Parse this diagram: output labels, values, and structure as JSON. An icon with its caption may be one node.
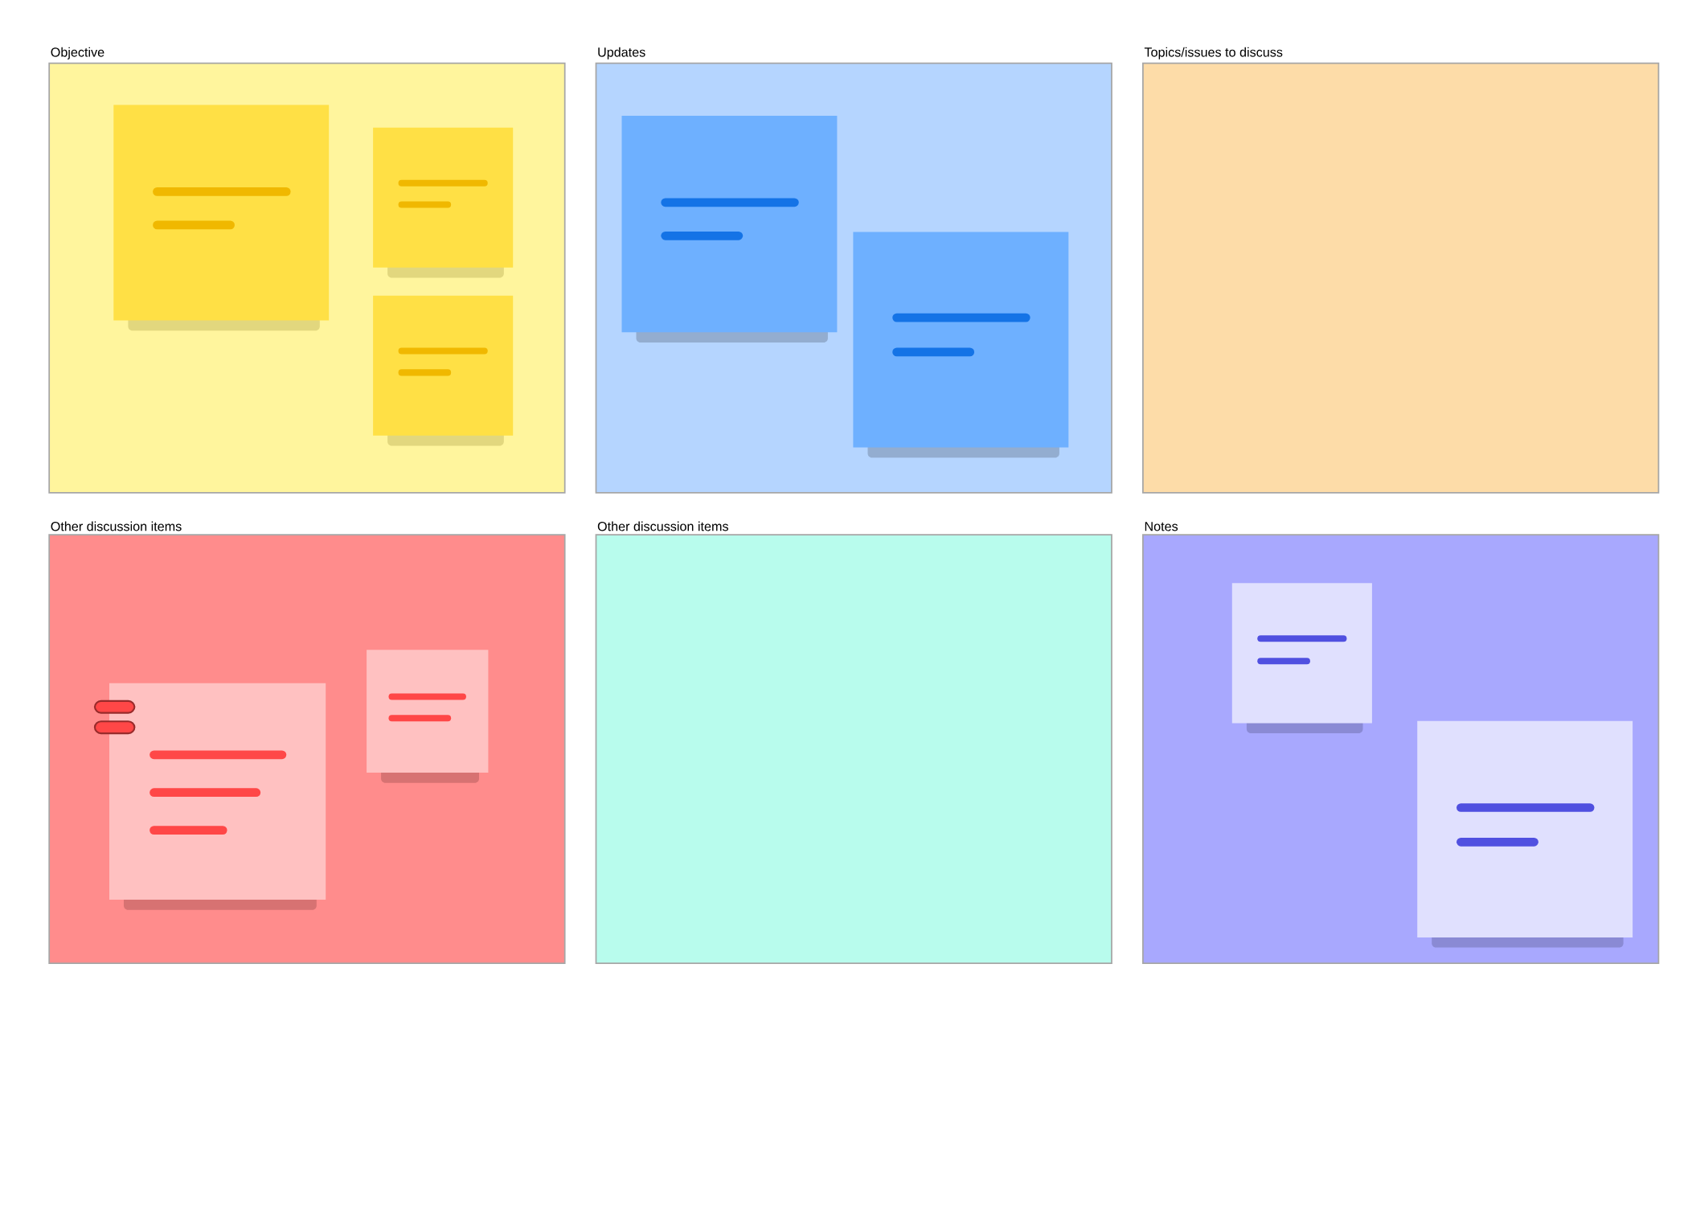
{
  "diagram": {
    "nodes": [
      {
        "text": [
          "Objective"
        ]
      },
      {
        "text": [
          "Updates"
        ]
      },
      {
        "text": [
          "Topics/issues to discuss"
        ]
      },
      {
        "text": [
          "Other discussion items"
        ]
      },
      {
        "text": [
          "Other discussion items"
        ]
      },
      {
        "text": [
          "Notes"
        ]
      },
      {
        "text": [],
        "shape": "box",
        "in": 0
      },
      {
        "text": [],
        "shape": "box",
        "in": 0
      },
      {
        "text": [],
        "shape": "box",
        "in": 0
      },
      {
        "text": [],
        "shape": "box",
        "in": 1
      },
      {
        "text": [],
        "shape": "box",
        "in": 1
      },
      {
        "text": [],
        "shape": "box",
        "in": 3
      },
      {
        "text": [],
        "shape": "box",
        "in": 3
      },
      {
        "text": [],
        "shape": "box",
        "in": 5
      },
      {
        "text": [],
        "shape": "box",
        "in": 5
      }
    ]
  }
}
